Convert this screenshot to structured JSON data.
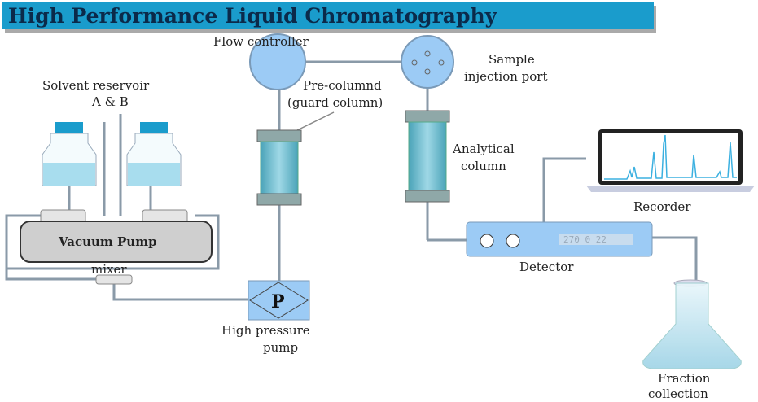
{
  "title": "High Performance Liquid  Chromatography",
  "labels": {
    "flow_controller": "Flow controller",
    "sample_injection_1": "Sample",
    "sample_injection_2": "injection port",
    "solvent_1": "Solvent reservoir",
    "solvent_2": "A & B",
    "precolumn_1": "Pre-columnd",
    "precolumn_2": "(guard column)",
    "analytical_1": "Analytical",
    "analytical_2": "column",
    "recorder": "Recorder",
    "vacuum_pump": "Vacuum Pump",
    "mixer": "mixer",
    "detector": "Detector",
    "detector_display": "270 0 22",
    "pump_symbol": "P",
    "hp_pump_1": "High pressure",
    "hp_pump_2": "pump",
    "fraction_1": "Fraction",
    "fraction_2": "collection"
  },
  "colors": {
    "title_bar": "#1a9ccc",
    "component_blue": "#9ccbf5",
    "liquid": "#b8e0ee"
  }
}
